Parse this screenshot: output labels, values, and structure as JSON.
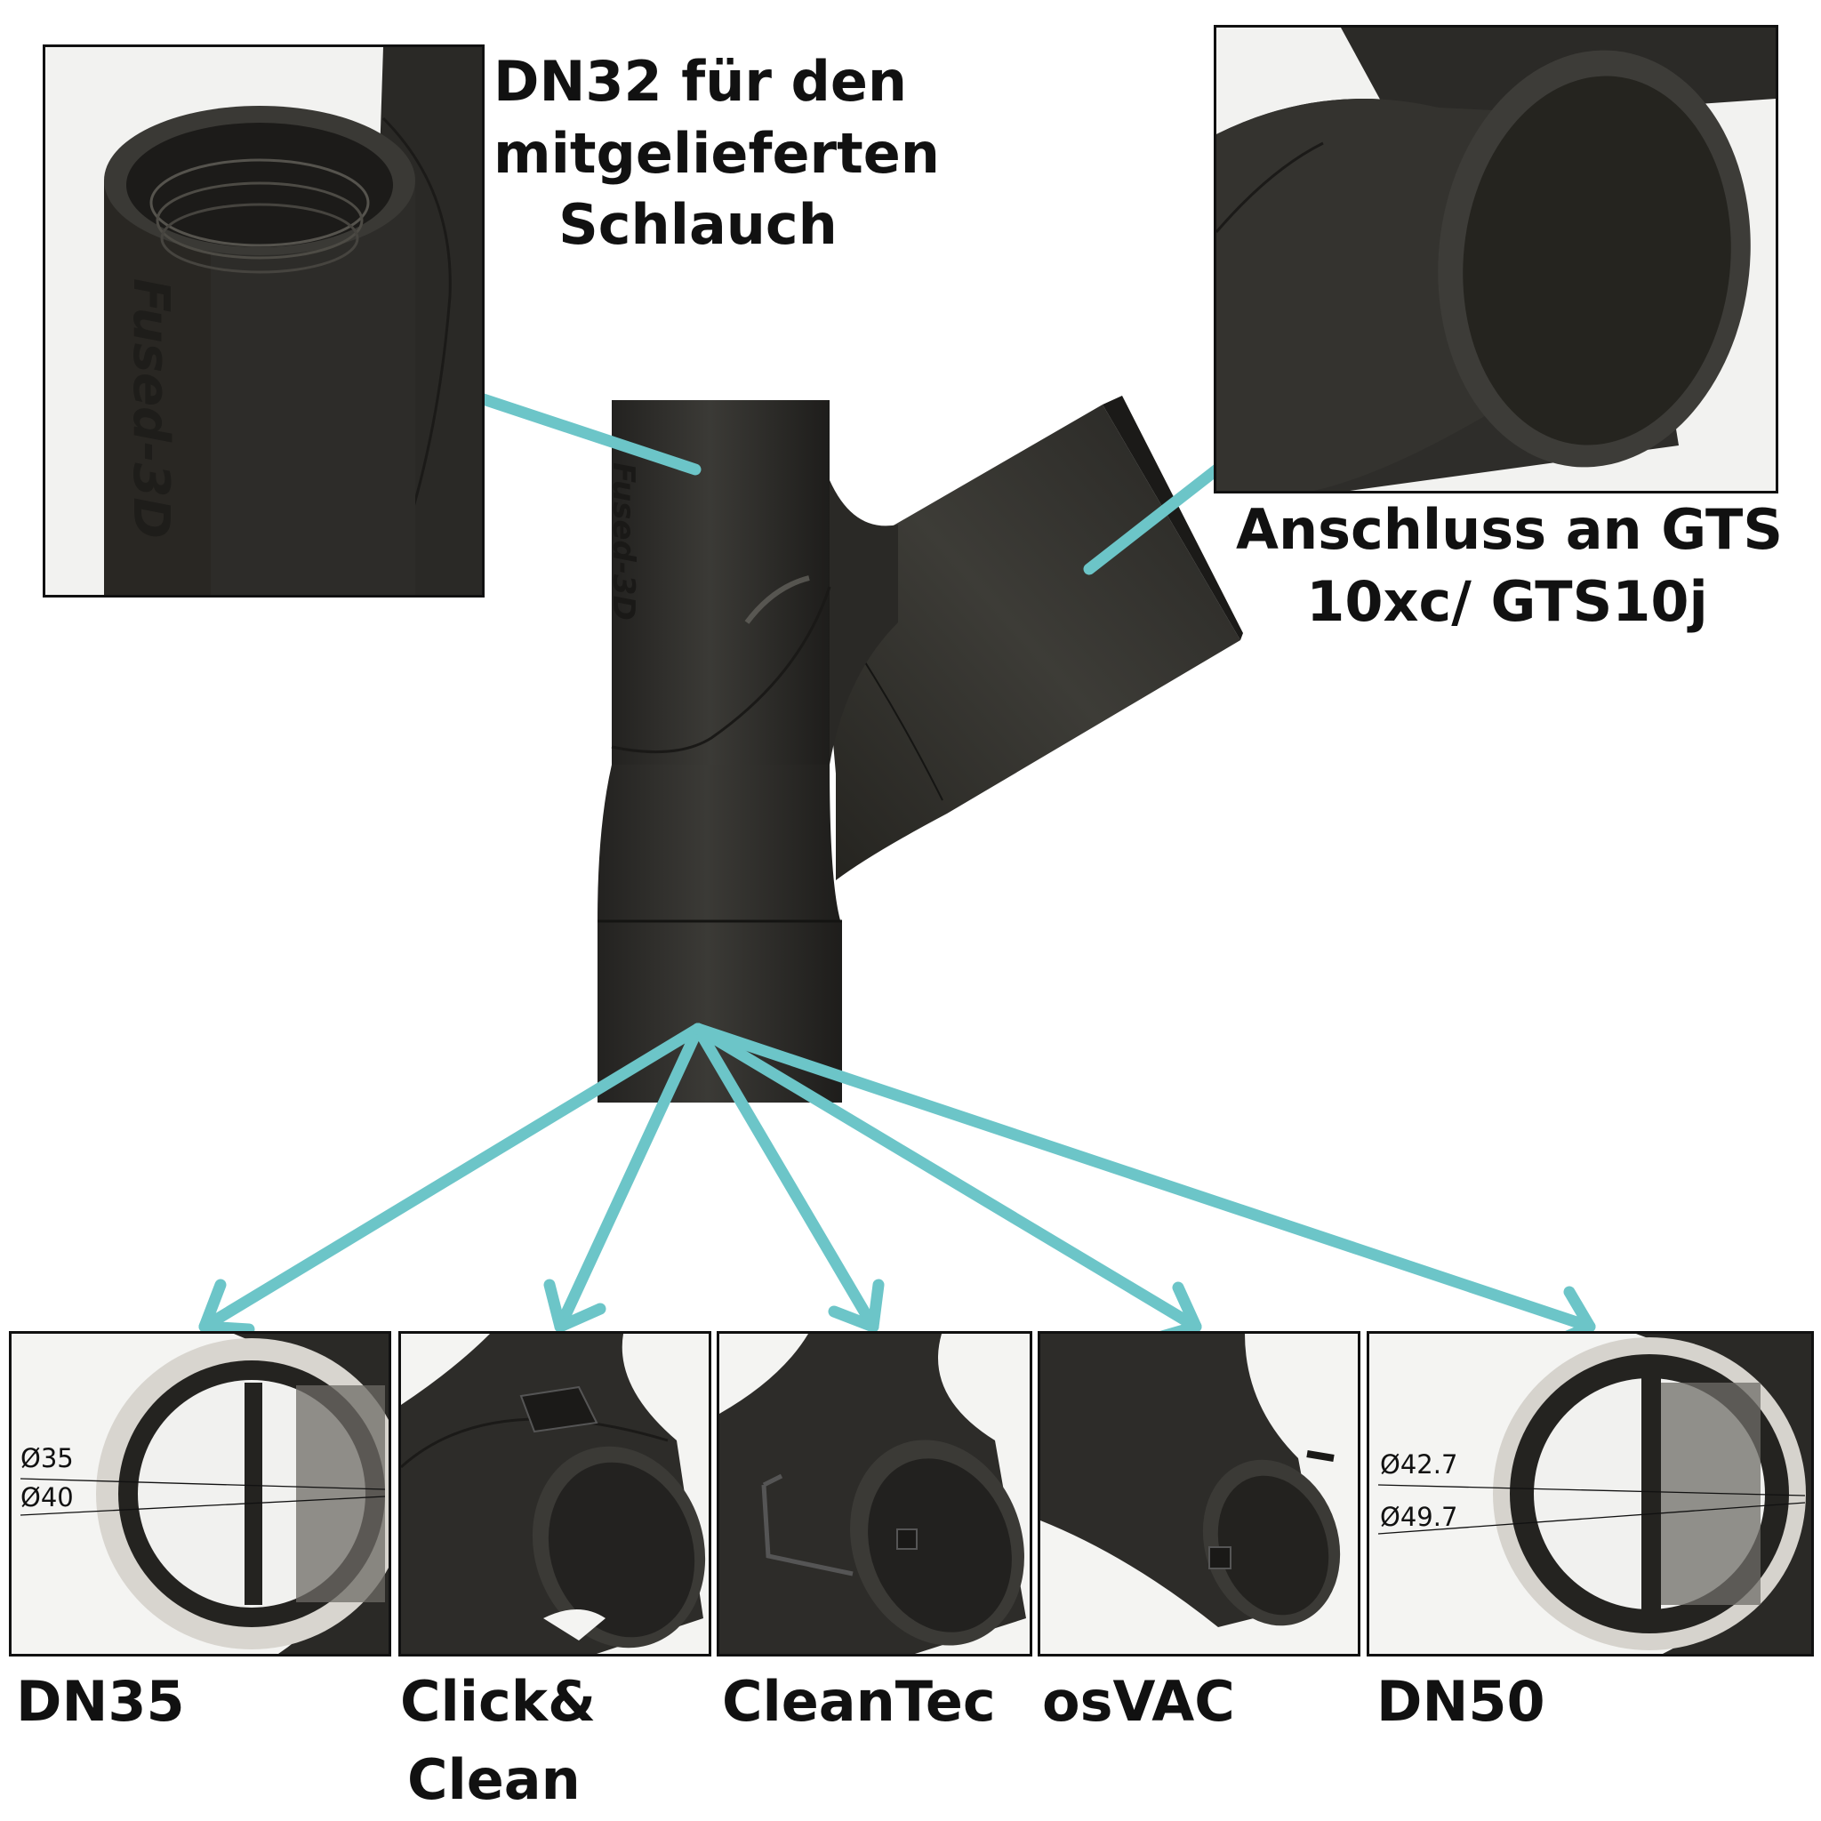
{
  "callouts": {
    "top_left": [
      "DN32 für den",
      "mitgelieferten",
      "Schlauch"
    ],
    "top_right": [
      "Anschluss an GTS",
      "10xc/ GTS10j"
    ]
  },
  "part": {
    "engraving": "Fused-3D"
  },
  "adapters": [
    {
      "id": "dn35",
      "label": [
        "DN35"
      ],
      "dims": [
        "Ø35",
        "Ø40"
      ]
    },
    {
      "id": "click-clean",
      "label": [
        "Click&",
        "Clean"
      ],
      "dims": []
    },
    {
      "id": "cleantec",
      "label": [
        "CleanTec"
      ],
      "dims": []
    },
    {
      "id": "osvac",
      "label": [
        "osVAC"
      ],
      "dims": []
    },
    {
      "id": "dn50",
      "label": [
        "DN50"
      ],
      "dims": [
        "Ø42.7",
        "Ø49.7"
      ]
    }
  ],
  "colors": {
    "arrow": "#6cc5c8",
    "part": "#2b2a27",
    "part_highlight": "#4a4844",
    "frame_border": "#111111"
  }
}
